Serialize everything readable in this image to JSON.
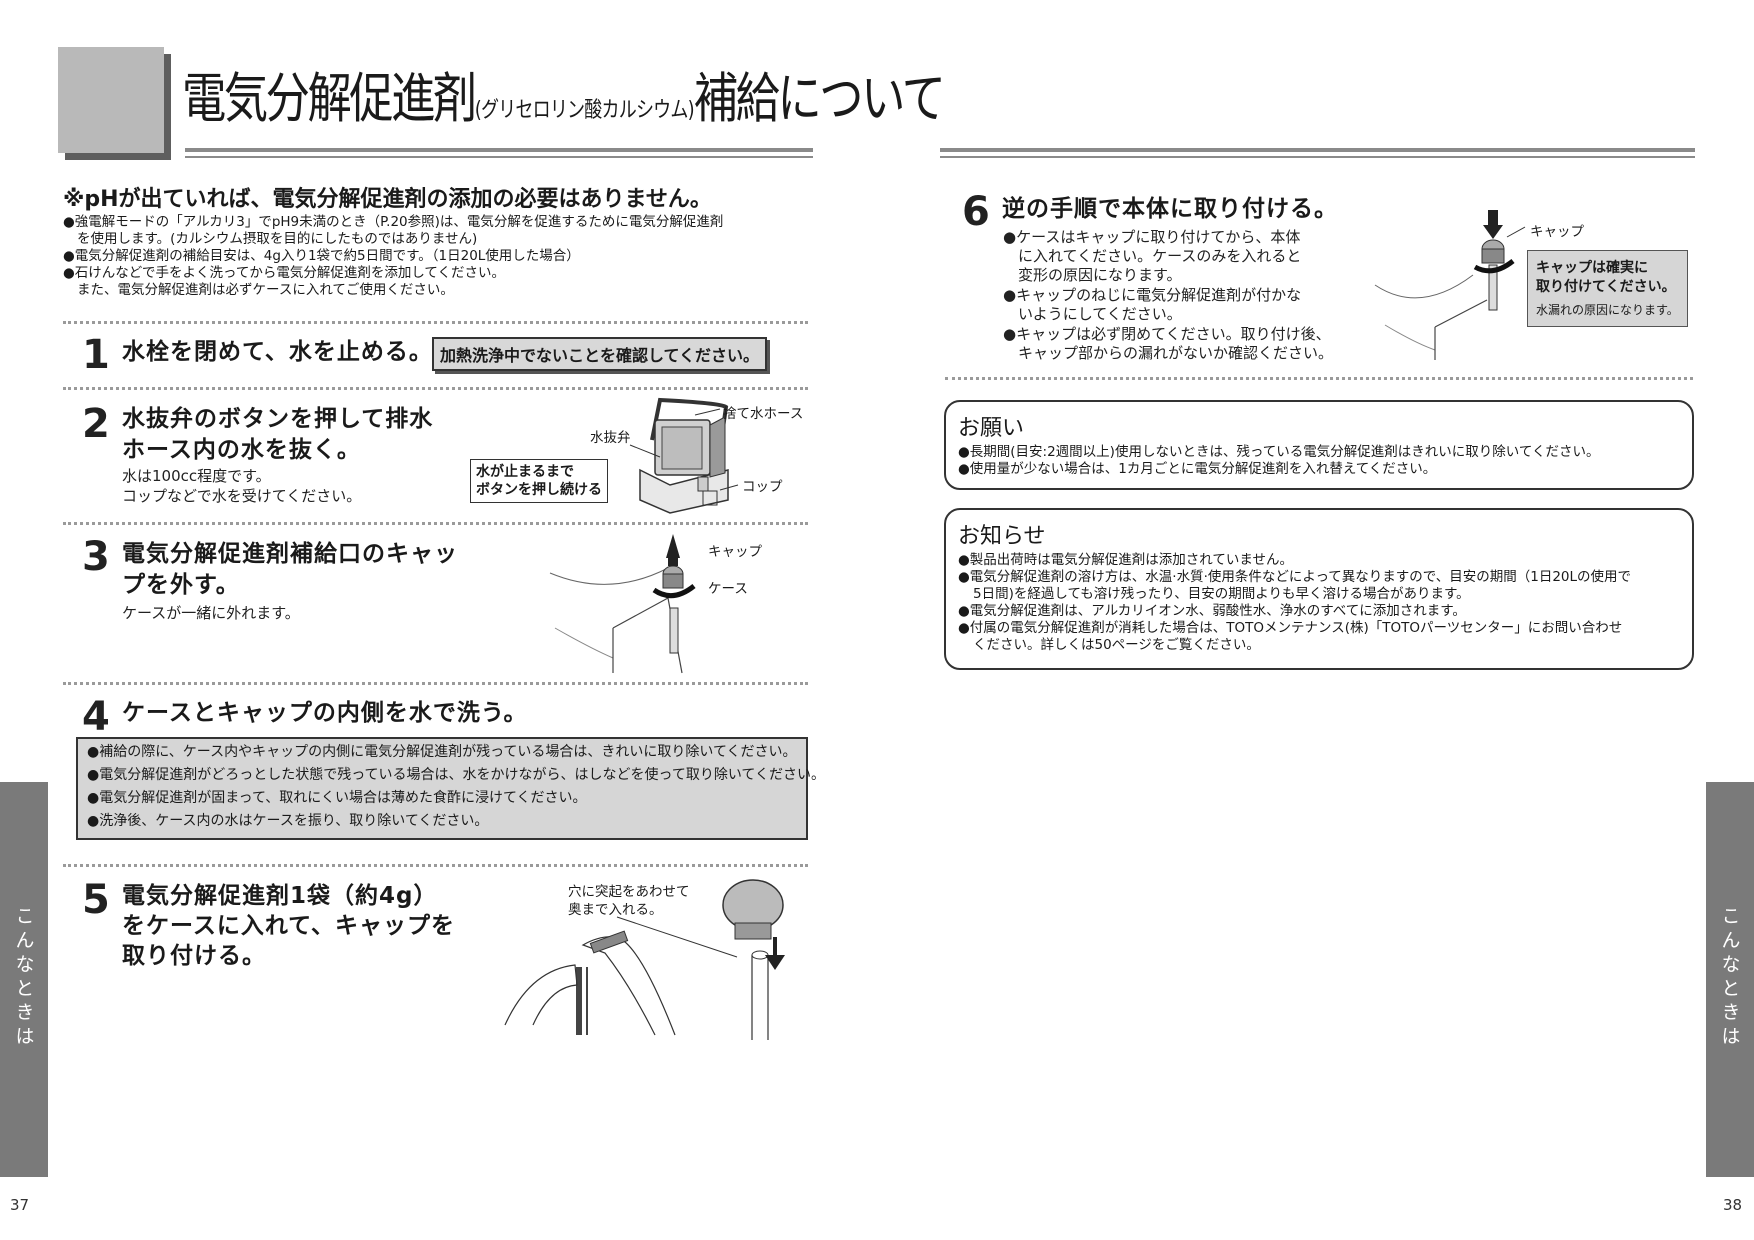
{
  "header": {
    "title_main": "電気分解促進剤",
    "title_paren": "(グリセロリン酸カルシウム)",
    "title_end": "補給について"
  },
  "notice": {
    "headline": "※pHが出ていれば、電気分解促進剤の添加の必要はありません。",
    "bullets": [
      "●強電解モードの「アルカリ3」でpH9未満のとき（P.20参照)は、電気分解を促進するために電気分解促進剤",
      "を使用します。(カルシウム摂取を目的にしたものではありません)",
      "●電気分解促進剤の補給目安は、4g入り1袋で約5日間です。（1日20L使用した場合）",
      "●石けんなどで手をよく洗ってから電気分解促進剤を添加してください。",
      "また、電気分解促進剤は必ずケースに入れてご使用ください。"
    ]
  },
  "steps": {
    "s1": {
      "num": "1",
      "text": "水栓を閉めて、水を止める。",
      "badge": "加熱洗浄中でないことを確認してください。"
    },
    "s2": {
      "num": "2",
      "line1": "水抜弁のボタンを押して排水",
      "line2": "ホース内の水を抜く。",
      "sub1": "水は100cc程度です。",
      "sub2": "コップなどで水を受けてください。",
      "callout1": "水が止まるまで",
      "callout2": "ボタンを押し続ける",
      "label_hose": "捨て水ホース",
      "label_valve": "水抜弁",
      "label_cup": "コップ"
    },
    "s3": {
      "num": "3",
      "line1": "電気分解促進剤補給口のキャッ",
      "line2": "プを外す。",
      "sub": "ケースが一緒に外れます。",
      "label_cap": "キャップ",
      "label_case": "ケース"
    },
    "s4": {
      "num": "4",
      "text": "ケースとキャップの内側を水で洗う。",
      "bullets": [
        "●補給の際に、ケース内やキャップの内側に電気分解促進剤が残っている場合は、きれいに取り除いてください。",
        "●電気分解促進剤がどろっとした状態で残っている場合は、水をかけながら、はしなどを使って取り除いてください。",
        "●電気分解促進剤が固まって、取れにくい場合は薄めた食酢に浸けてください。",
        "●洗浄後、ケース内の水はケースを振り、取り除いてください。"
      ]
    },
    "s5": {
      "num": "5",
      "line1": "電気分解促進剤1袋（約4g）",
      "line2": "をケースに入れて、キャップを",
      "line3": "取り付ける。",
      "note1": "穴に突起をあわせて",
      "note2": "奥まで入れる。"
    },
    "s6": {
      "num": "6",
      "text": "逆の手順で本体に取り付ける。",
      "lines": [
        "●ケースはキャップに取り付けてから、本体",
        "に入れてください。ケースのみを入れると",
        "変形の原因になります。",
        "●キャップのねじに電気分解促進剤が付かな",
        "いようにしてください。",
        "●キャップは必ず閉めてください。取り付け後、",
        "キャップ部からの漏れがないか確認ください。"
      ],
      "label_cap": "キャップ",
      "box1": "キャップは確実に",
      "box2": "取り付けてください。",
      "box3": "水漏れの原因になります。"
    }
  },
  "onegai": {
    "title": "お願い",
    "lines": [
      "●長期間(目安:2週間以上)使用しないときは、残っている電気分解促進剤はきれいに取り除いてください。",
      "●使用量が少ない場合は、1カ月ごとに電気分解促進剤を入れ替えてください。"
    ]
  },
  "oshirase": {
    "title": "お知らせ",
    "lines": [
      "●製品出荷時は電気分解促進剤は添加されていません。",
      "●電気分解促進剤の溶け方は、水温·水質·使用条件などによって異なりますので、目安の期間（1日20Lの使用で",
      "5日間)を経過しても溶け残ったり、目安の期間よりも早く溶ける場合があります。",
      "●電気分解促進剤は、アルカリイオン水、弱酸性水、浄水のすべてに添加されます。",
      "●付属の電気分解促進剤が消耗した場合は、TOTOメンテナンス(株)「TOTOパーツセンター」にお問い合わせ",
      "ください。詳しくは50ページをご覧ください。"
    ]
  },
  "side": {
    "left_tab": "こんなときは",
    "right_tab": "こんなときは"
  },
  "pages": {
    "left": "37",
    "right": "38"
  }
}
